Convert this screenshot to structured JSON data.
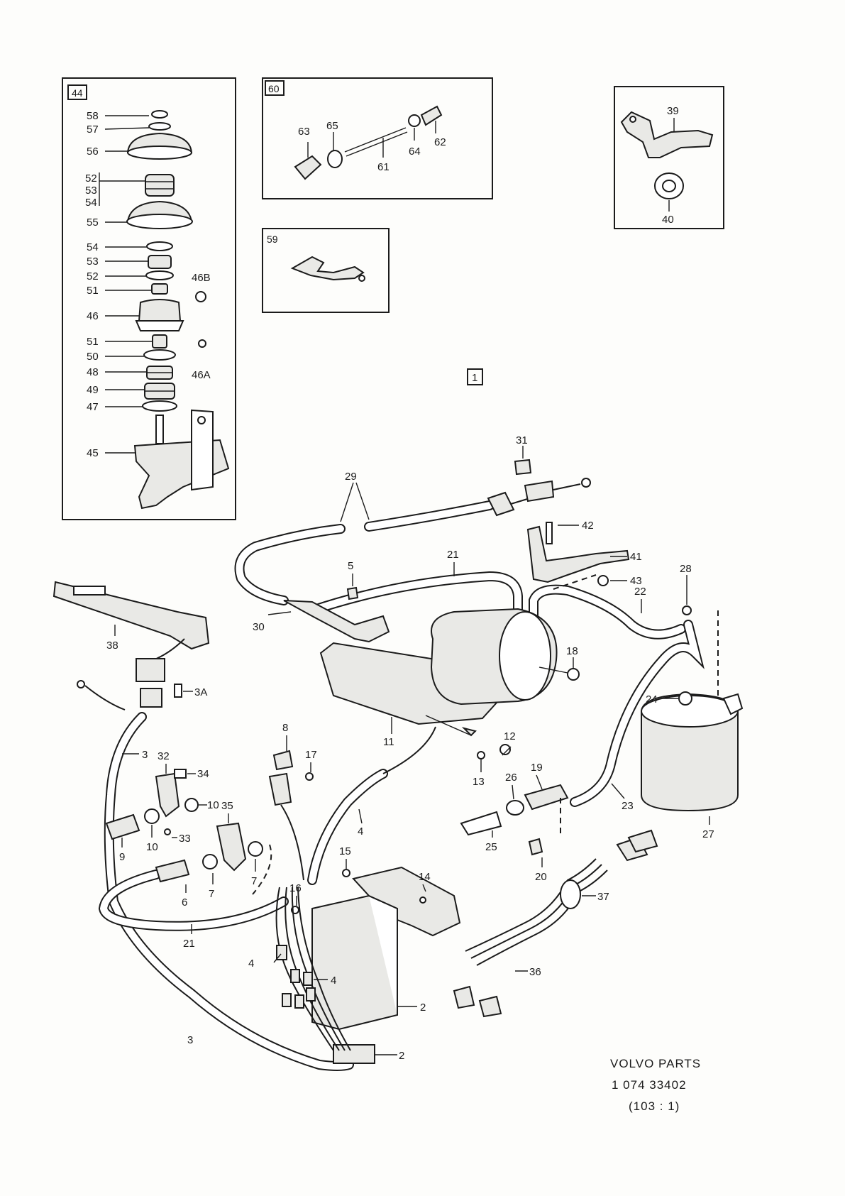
{
  "callouts": {
    "c1": "1",
    "c2a": "2",
    "c2b": "2",
    "c3a": "3",
    "c3b": "3",
    "c3A": "3A",
    "c4a": "4",
    "c4b": "4",
    "c4c": "4",
    "c5": "5",
    "c6": "6",
    "c7a": "7",
    "c7b": "7",
    "c8": "8",
    "c9": "9",
    "c10a": "10",
    "c10b": "10",
    "c11": "11",
    "c12": "12",
    "c13": "13",
    "c14": "14",
    "c15": "15",
    "c16": "16",
    "c17": "17",
    "c18": "18",
    "c19": "19",
    "c20": "20",
    "c21a": "21",
    "c21b": "21",
    "c22": "22",
    "c23": "23",
    "c24": "24",
    "c25": "25",
    "c26": "26",
    "c27": "27",
    "c28": "28",
    "c29": "29",
    "c30": "30",
    "c31": "31",
    "c32": "32",
    "c33": "33",
    "c34": "34",
    "c35": "35",
    "c36": "36",
    "c37": "37",
    "c38": "38",
    "c41": "41",
    "c42": "42",
    "c43": "43"
  },
  "box44": {
    "tag": "44",
    "labels": [
      "58",
      "57",
      "56",
      "52",
      "53",
      "54",
      "55",
      "54",
      "53",
      "52",
      "51",
      "46",
      "51",
      "50",
      "48",
      "49",
      "47",
      "45"
    ],
    "l46B": "46B",
    "l46A": "46A"
  },
  "box60": {
    "tag": "60",
    "l63": "63",
    "l65": "65",
    "l61": "61",
    "l64": "64",
    "l62": "62"
  },
  "box59": {
    "tag": "59"
  },
  "box39": {
    "l39": "39",
    "l40": "40"
  },
  "footer": {
    "brand": "VOLVO PARTS",
    "number": "1 074 33402",
    "ref": "(103 : 1)"
  }
}
